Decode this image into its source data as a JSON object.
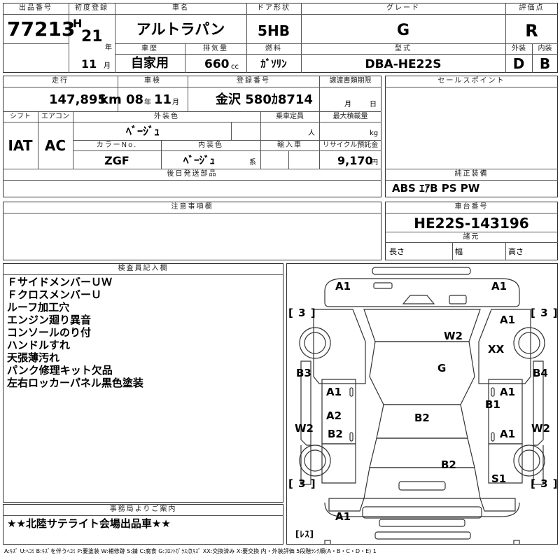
{
  "header": {
    "lot_label": "出品番号",
    "lot_number": "77213",
    "first_reg_label": "初度登録",
    "era": "H",
    "reg_year": "21",
    "year_unit": "年",
    "reg_month": "11",
    "month_unit": "月",
    "model_label": "車名",
    "model": "アルトラパン",
    "door_label": "ドア形状",
    "door": "5HB",
    "grade_label": "グレード",
    "grade": "G",
    "score_label": "評価点",
    "score": "R",
    "history_label": "車歴",
    "history": "自家用",
    "disp_label": "排気量",
    "displacement": "660",
    "disp_unit": "cc",
    "fuel_label": "燃料",
    "fuel": "ｶﾞｿﾘﾝ",
    "type_label": "型式",
    "model_code": "DBA-HE22S",
    "ext_label": "外装",
    "ext_grade": "D",
    "int_label": "内装",
    "int_grade": "B"
  },
  "row2": {
    "mileage_label": "走行",
    "mileage": "147,895",
    "mileage_unit": "km",
    "inspection_label": "車検",
    "insp_year": "08",
    "insp_year_unit": "年",
    "insp_month": "11",
    "insp_month_unit": "月",
    "plate_label": "登録番号",
    "plate": "金沢 580ｶ8714",
    "transfer_label": "譲渡書類期限",
    "transfer_month_unit": "月",
    "transfer_day_unit": "日",
    "sales_label": "セールスポイント",
    "shift_label": "シフト",
    "shift": "IAT",
    "ac_label": "エアコン",
    "ac": "AC",
    "color_label": "外装色",
    "color": "ﾍﾞｰｼﾞｭ",
    "capacity_label": "乗車定員",
    "capacity_unit": "人",
    "load_label": "最大積載量",
    "load_unit": "kg",
    "color_no_label": "カラーNo.",
    "color_no": "ZGF",
    "int_color_label": "内装色",
    "int_color": "ﾍﾞｰｼﾞｭ",
    "int_color_unit": "系",
    "import_label": "輸入車",
    "recycle_label": "リサイクル預託金",
    "recycle": "9,170",
    "recycle_unit": "円",
    "later_parts_label": "後日発送部品",
    "equip_label": "純正装備",
    "equipment": "ABS ｴｱB PS PW"
  },
  "caution": {
    "caution_label": "注意事項欄",
    "chassis_label": "車台番号",
    "chassis": "HE22S-143196",
    "dims_label": "諸元",
    "length_label": "長さ",
    "width_label": "幅",
    "height_label": "高さ"
  },
  "inspector": {
    "label": "検査員記入欄",
    "notes": [
      "ＦサイドメンバーＵＷ",
      "ＦクロスメンバーＵ",
      "ルーフ加工穴",
      "エンジン廻り異音",
      "コンソールのり付",
      "ハンドルすれ",
      "天張薄汚れ",
      "パンク修理キット欠品",
      "左右ロッカーパネル黒色塗装"
    ]
  },
  "office": {
    "label": "事務局よりご案内",
    "message": "★★北陸サテライト会場出品車★★"
  },
  "diagram": {
    "damage": [
      "A1",
      "A1",
      "A1",
      "W2",
      "XX",
      "G",
      "B3",
      "B4",
      "A1",
      "A1",
      "B1",
      "A2",
      "B2",
      "B2",
      "W2",
      "A1",
      "W2",
      "B2",
      "S1",
      "A1"
    ],
    "brackets": [
      "[ 3 ]",
      "[ 3 ]",
      "[ 3 ]",
      "[ 3 ]"
    ],
    "res_label": "[ﾚｽ]"
  },
  "legend": {
    "text": "A:ｷｽﾞ U:ﾍｺﾐ B:ｷｽﾞを伴うﾍｺﾐ P:要塗装 W:補修跡 S:錆 C:腐食 G:ﾌﾛﾝﾄｶﾞﾗｽ点ｷｽﾞ XX:交換済み X:要交換 内・外装評価 5段階ﾗﾝｸ順(A・B・C・D・E) 1"
  }
}
